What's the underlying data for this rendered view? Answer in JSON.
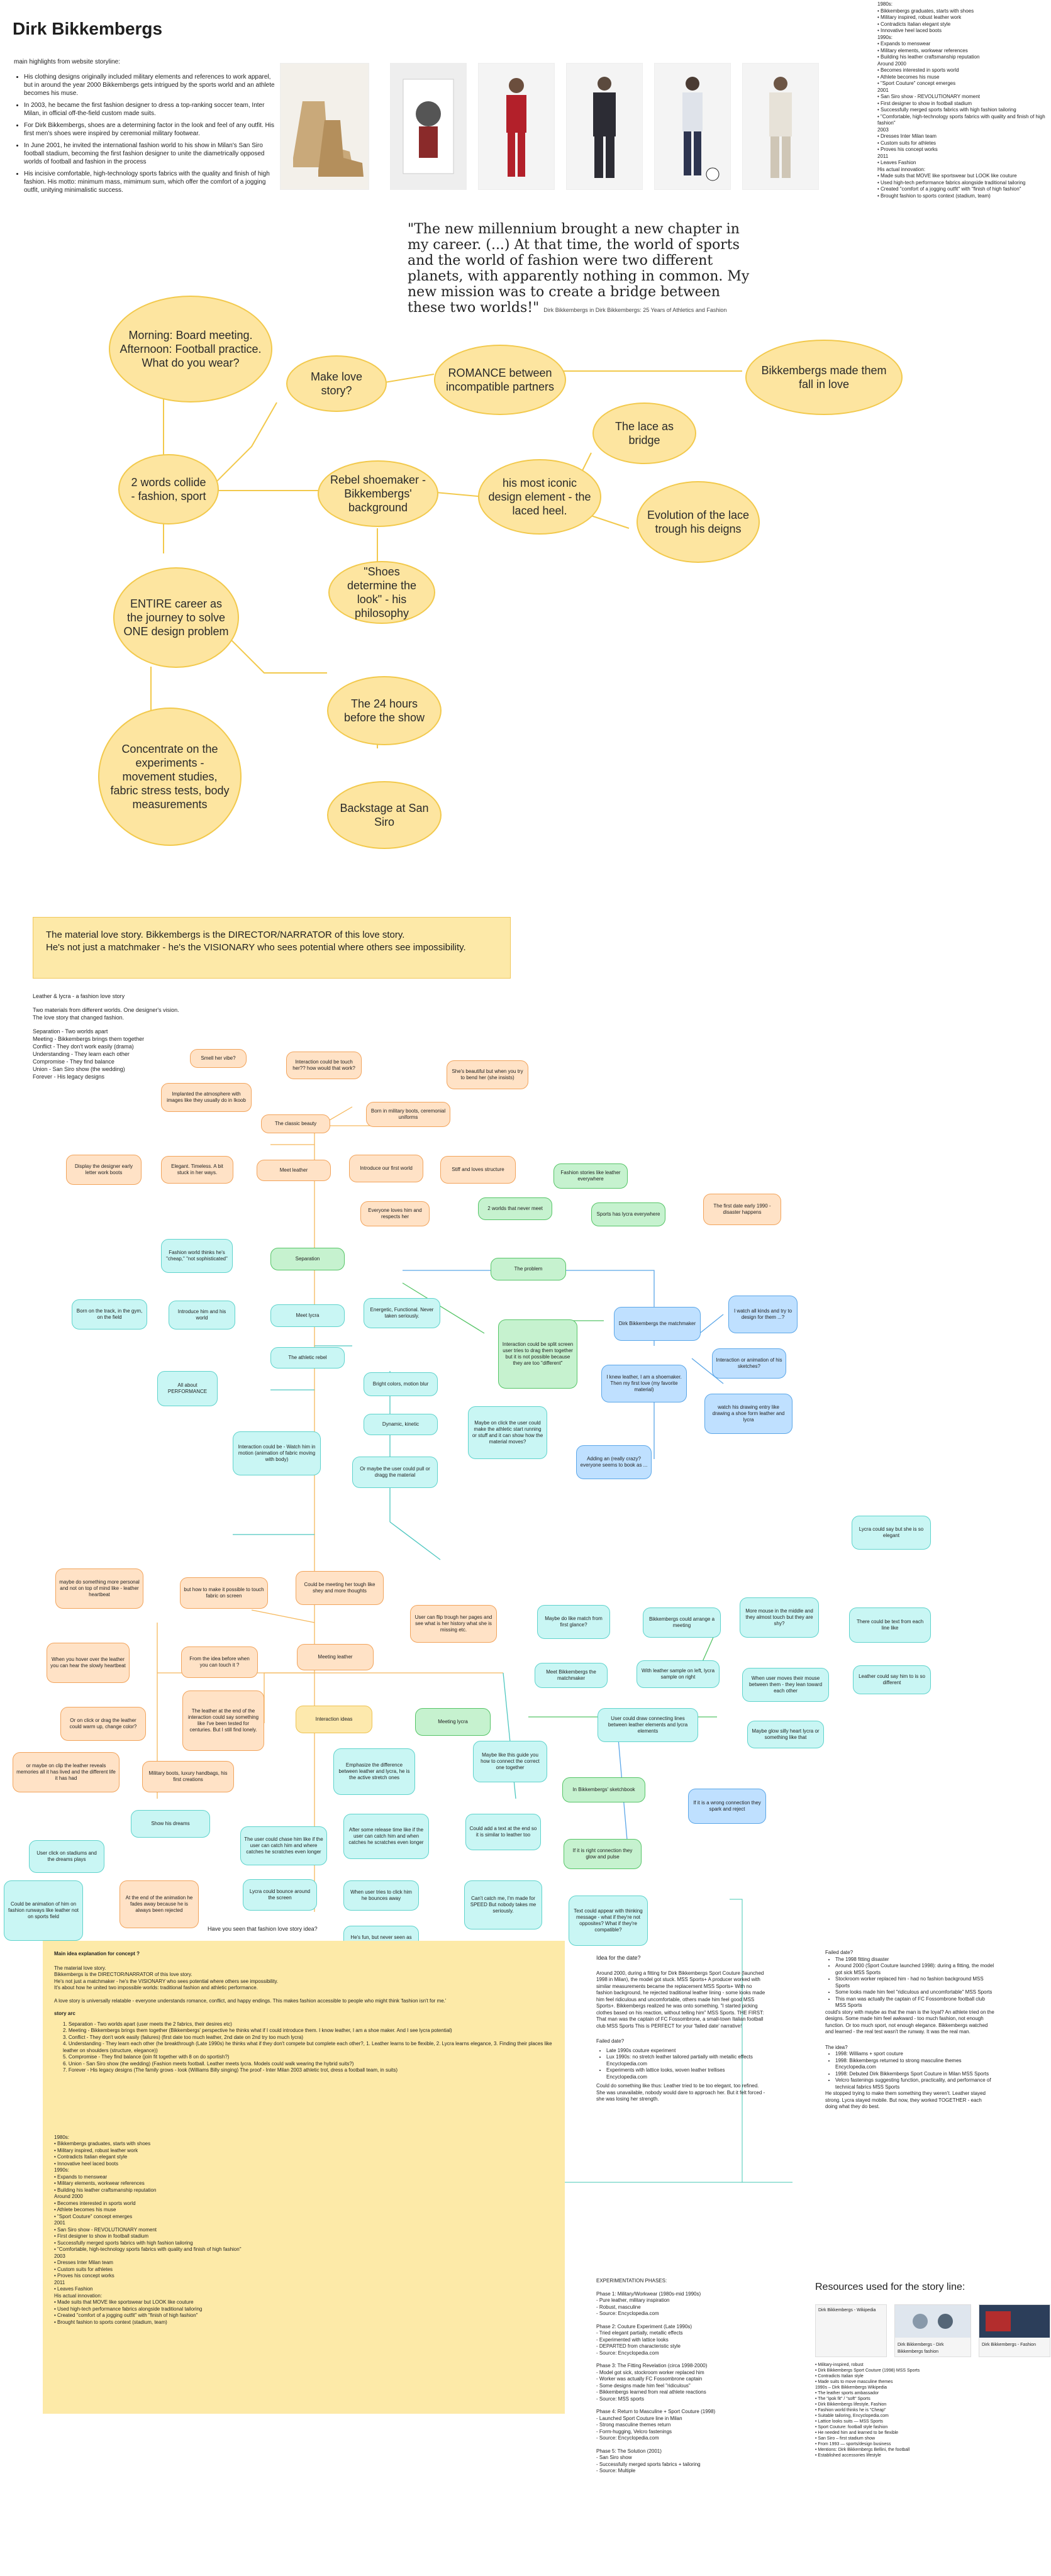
{
  "title": "Dirk Bikkembergs",
  "main_highlights_label": "main highlights from website storyline:",
  "highlights": [
    "His clothing designs originally included military elements and references to work apparel, but in around the year 2000 Bikkembergs gets intrigued by the sports world and an athlete becomes his muse.",
    "In 2003, he became the first fashion designer to dress a top-ranking soccer team, Inter Milan, in official off-the-field custom made suits.",
    "For Dirk Bikkembergs, shoes are a determining factor in the look and feel of any outfit. His first men's shoes were inspired by ceremonial military footwear.",
    "In June 2001, he invited the international fashion world to his show in Milan's San Siro football stadium, becoming the first fashion designer to unite the diametrically opposed worlds of football and fashion in the process",
    "His incisive comfortable, high-technology sports fabrics with the quality and finish of high fashion. His motto: minimum mass, mimimum sum, which offer the comfort of a jogging outfit, unitying minimalistic success."
  ],
  "timeline_notes": [
    "1980s:",
    "• Bikkembergs graduates, starts with shoes",
    "• Military inspired, robust leather work",
    "• Contradicts Italian elegant style",
    "• Innovative heel laced boots",
    "1990s:",
    "• Expands to menswear",
    "• Military elements, workwear references",
    "• Building his leather craftsmanship reputation",
    "Around 2000",
    "• Becomes interested in sports world",
    "• Athlete becomes his muse",
    "• \"Sport Couture\" concept emerges",
    "2001",
    "• San Siro show - REVOLUTIONARY moment",
    "• First designer to show in football stadium",
    "• Successfully merged sports fabrics with high fashion tailoring",
    "• \"Comfortable, high-technology sports fabrics with quality and finish of high fashion\"",
    "2003",
    "• Dresses Inter Milan team",
    "• Custom suits for athletes",
    "• Proves his concept works",
    "2011",
    "• Leaves Fashion",
    "His actual innovation:",
    "• Made suits that MOVE like sportswear but LOOK like couture",
    "• Used high-tech performance fabrics alongside traditional tailoring",
    "• Created \"comfort of a jogging outfit\" with \"finish of high fashion\"",
    "• Brought fashion to sports context (stadium, team)"
  ],
  "quote": {
    "text": "\"The new millennium brought a new chapter in my career. (...) At that time, the world of sports and the world of fashion were two different planets, with apparently nothing in common. My new mission was to create a bridge between these two worlds!\"",
    "cite": "Dirk Bikkembergs in Dirk Bikkembergs: 25 Years of Athletics and Fashion"
  },
  "bubbles": {
    "morning": "Morning: Board meeting. Afternoon: Football practice. What do you wear?",
    "collide": "2 words collide - fashion, sport",
    "entire": "ENTIRE career as the journey to solve ONE design problem",
    "concentrate": "Concentrate on the experiments - movement studies, fabric stress tests, body measurements",
    "love_story": "Make love story?",
    "romance": "ROMANCE between incompatible partners",
    "fall_in_love": "Bikkembergs made them fall in love",
    "shoemaker": "Rebel shoemaker - Bikkembergs' background",
    "iconic": "his most iconic design element - the laced heel.",
    "lace_bridge": "The lace as bridge",
    "evolution": "Evolution of the lace trough his deigns",
    "shoes_determine": "\"Shoes determine the look\" - his philosophy",
    "hours": "The 24 hours before the show",
    "backstage": "Backstage at San Siro"
  },
  "callout": {
    "line1": "The material love story. Bikkembergs is the DIRECTOR/NARRATOR of this love story.",
    "line2": "He's not just a matchmaker - he's the VISIONARY who sees potential where others see impossibility."
  },
  "story_notes": [
    "Leather & lycra - a fashion love story",
    "",
    "Two materials from different worlds. One designer's vision.",
    "The love story that changed fashion.",
    "",
    "Separation - Two worlds apart",
    "Meeting - Bikkembergs brings them together",
    "Conflict - They don't work easily (drama)",
    "Understanding - They learn each other",
    "Compromise - They find balance",
    "Union - San Siro show (the wedding)",
    "Forever - His legacy designs"
  ],
  "mini_nodes": {
    "smell": "Smell her vibe?",
    "interaction_touch": "Interaction could be touch her?? how would that work?",
    "beautiful": "She's beautiful but when you try to bend her (she insists)",
    "implanted": "Implanted the atmosphere with images like they usually do in Ikoob",
    "classic": "The classic beauty",
    "born": "Born in military boots, ceremonial uniforms",
    "display": "Display the designer early letter work boots",
    "elegant": "Elegant. Timeless. A bit stuck in her ways.",
    "meet_leather": "Meet leather",
    "introduce_leather": "Introduce our first world",
    "stiff": "Stiff and loves structure",
    "everyone": "Everyone loves him and respects her",
    "fashion_stories": "Fashion stories like leather everywhere",
    "two_worlds": "2 worlds that never meet",
    "sports_lycra": "Sports has lycra everywhere",
    "first_date": "The first date early 1990 - disaster happens",
    "separation": "Separation",
    "fashion_world": "Fashion world thinks he's \"cheap,\" \"not sophisticated\"",
    "the_problem": "The problem",
    "born_track": "Born on the track, in the gym, on the field",
    "introduce_lycra": "Introduce him and his world",
    "meet_lycra": "Meet lycra",
    "energetic": "Energetic, Functional. Never taken seriously.",
    "dirk_matchmaker": "Dirk Bikkembergs the matchmaker",
    "watch_kind": "I watch all kinds and try to design for them ...?",
    "interaction_could": "Interaction could be split screen user tries to drag them together but it is not possible because they are too \"different\"",
    "shoemaker_knew": "I knew leather, I am a shoemaker. Then my first love (my favorite material)",
    "interaction_animation": "Interaction or animation of his sketches?",
    "all_about": "All about PERFORMANCE",
    "athletic": "The athletic rebel",
    "bright": "Bright colors, motion blur",
    "dynamic": "Dynamic, kinetic",
    "watch_drawing": "watch his drawing entry like drawing a shoe form leather and lycra",
    "interaction_hint": "Interaction could be - Watch him in motion (animation of fabric moving with body)",
    "maybe_click": "Maybe on click the user could make the athletic start running or stuff and it can show how the material moves?",
    "drag": "Or maybe the user could pull or dragg the material",
    "adding": "Adding an (really crazy? everyone seems to book as ...",
    "lycra_silk": "Lycra could say but she is so elegant",
    "something": "maybe do something more personal and not on top of mind like - leather heartbeat",
    "but_how": "but how to make it possible to touch fabric on screen",
    "could_be_touch": "Could be meeting her tough like shey and more thoughts",
    "user_flip": "User can flip trough her pages and see what is her history what she is missing etc.",
    "maybe_match": "Maybe do like match from first glance?",
    "bikkembergs_arrange": "Bikkembergs could arrange a meeting",
    "more_mouse": "More mouse in the middle and they almost touch but they are shy?",
    "there_could": "There could be text from each line like",
    "leather_says": "Leather could say him to is so different",
    "when_hover": "When you hover over the leather you can hear the slowly heartbeat",
    "from_idea": "From the idea before when you can touch it ?",
    "meeting_leather": "Meeting leather",
    "the_leather_end": "The leather at the end of the interaction could say something like I've been tested for centuries. But I still find lonely.",
    "or_click": "Or on click or drag the leather could warm up, change color?",
    "interaction_ideas": "Interaction ideas",
    "meeting_lycra": "Meeting lycra",
    "meet_matchmaker": "Meet Bikkembergs the matchmaker",
    "with_leather": "With leather sample on left, lycra sample on right",
    "when_user_moves": "When user moves their mouse between them - they lean toward each other",
    "maybe_glow": "Maybe glow silly heart lycra or something like that",
    "user_could_draw": "User could draw connecting lines between leather elements and lycra elements",
    "maybe_on_hover": "or maybe on clip the leather reveals memories all it has lived and the different life it has had",
    "military_boots": "Military boots, luxury handbags, his first creations",
    "emphasize": "Emphasize the difference between leather and lycra, he is the active stretch ones",
    "maybe_like": "Maybe like this guide you how to connect the correct one together",
    "in_workbook": "In Bikkembergs' sketchbook",
    "if_it_is": "If it is a wrong connection they spark and reject",
    "show_dreams": "Show his dreams",
    "user_click": "User click on stadiums and the dreams plays",
    "user_could_chase": "The user could chase him like if the user can catch him and where catches he scratches even longer",
    "after_some": "After some release time like if the user can catch him and when catches he scratches even longer",
    "could_add": "Could add a text at the end so it is similar to leather too",
    "if_it_right": "If it is right connection they glow and pulse",
    "could_animation": "Could be animation of him on fashion runways like leather not on sports field",
    "at_end": "At the end of the animation he fades away because he is always been rejected",
    "lycra_bounce": "Lycra could bounce around the screen",
    "when_user_tries": "When user tries to click him he bounces away",
    "cant_catch": "Can't catch me, I'm made for SPEED But nobody takes me seriously.",
    "text_could": "Text could appear with thinking message - what if they're not opposites? What if they're compatible?",
    "hes_fun": "He's fun, but never seen as \"good enough\""
  },
  "question": "Have you seen that fashion love story idea?",
  "yellow_box": {
    "heading": "Main idea explanation for concept ?",
    "intro": [
      "The material love story.",
      "Bikkembergs is the DIRECTOR/NARRATOR of this love story.",
      "He's not just a matchmaker - he's the VISIONARY who sees potential where others see impossibility.",
      "It's about how he united two impossible worlds: traditional fashion and athletic performance.",
      "",
      "A love story is universally relatable - everyone understands romance, conflict, and happy endings. This makes fashion accessible to people who might think 'fashion isn't for me.'",
      "",
      "story arc"
    ],
    "arc": [
      "1. Separation - Two worlds apart (user meets the 2 fabrics, their desires etc)",
      "2. Meeting - Bikkembergs brings them together (Bikkembergs' perspective he thinks what if I could introduce them. I know leather, I am a shoe maker. And I see lycra potential)",
      "3. Conflict - They don't work easily (failures) (first date too much leather, 2nd date on 2nd try too much lycra)",
      "4. Understanding - They learn each other (he breakthrough (Late 1990s) he thinks what if they don't compete but complete each other?, 1. Leather learns to be flexible, 2. Lycra learns elegance, 3. Finding their places like leather on shoulders (structure, elegance))",
      "5. Compromise - They find balance (join fit together with 8 on do sportish?)",
      "6. Union - San Siro show (the wedding) (Fashion meets football. Leather meets lycra. Models could walk wearing the hybrid suits?)",
      "7. Forever - His legacy designs (The family grows - look (Williams Billy singing) The proof - Inter Milan 2003 athletic trot, dress a football team, in suits)"
    ],
    "notes": [
      "1980s:",
      "• Bikkembergs graduates, starts with shoes",
      "• Military inspired, robust leather work",
      "• Contradicts Italian elegant style",
      "• Innovative heel laced boots",
      "1990s:",
      "• Expands to menswear",
      "• Military elements, workwear references",
      "• Building his leather craftsmanship reputation",
      "Around 2000",
      "• Becomes interested in sports world",
      "• Athlete becomes his muse",
      "• \"Sport Couture\" concept emerges",
      "2001",
      "• San Siro show - REVOLUTIONARY moment",
      "• First designer to show in football stadium",
      "• Successfully merged sports fabrics with high fashion tailoring",
      "• \"Comfortable, high-technology sports fabrics with quality and finish of high fashion\"",
      "2003",
      "• Dresses Inter Milan team",
      "• Custom suits for athletes",
      "• Proves his concept works",
      "2011",
      "• Leaves Fashion",
      "His actual innovation:",
      "• Made suits that MOVE like sportswear but LOOK like couture",
      "• Used high-tech performance fabrics alongside traditional tailoring",
      "• Created \"comfort of a jogging outfit\" with \"finish of high fashion\"",
      "• Brought fashion to sports context (stadium, team)"
    ]
  },
  "date_idea": {
    "heading": "Idea for the date?",
    "body": "Around 2000, during a fitting for Dirk Bikkembergs Sport Couture (launched 1998 in Milan), the model got stuck. MSS Sports+ A producer worked with similar measurements became the replacement MSS Sports+ With no fashion background, he rejected traditional leather lining - some looks made him feel ridiculous and uncomfortable, others made him feel good MSS Sports+. Bikkembergs realized he was onto something. \"I started picking clothes based on his reaction, without telling him\" MSS Sports. THE FIRST: That man was the captain of FC Fossombrone, a small-town Italian football club MSS Sports This is PERFECT for your 'failed date' narrative!",
    "failed_heading": "Failed date?",
    "failed_items": [
      "Late 1990s couture experiment",
      "Lux 1990s: no stretch leather tailored partially with metallic effects Encyclopedia.com",
      "Experiments with lattice looks, woven leather trellises Encyclopedia.com"
    ],
    "failed_tail": "Could do something like thus: Leather tried to be too elegant, too refined. She was unavailable, nobody would dare to approach her. But it felt forced - she was losing her strength."
  },
  "phases": [
    "EXPERIMENTATION PHASES:",
    "",
    "Phase 1: Military/Workwear (1980s-mid 1990s)",
    "- Pure leather, military inspiration",
    "- Robust, masculine",
    "- Source: Encyclopedia.com",
    "",
    "Phase 2: Couture Experiment (Late 1990s)",
    "- Tried elegant partially, metallic effects",
    "- Experimented with lattice looks",
    "- DEPARTED from characteristic style",
    "- Source: Encyclopedia.com",
    "",
    "Phase 3: The Fitting Revelation (circa 1998-2000)",
    "- Model got sick, stockroom worker replaced him",
    "- Worker was actually FC Fossombrone captain",
    "- Some designs made him feel \"ridiculous\"",
    "- Bikkembergs learned from real athlete reactions",
    "- Source: MSS sports",
    "",
    "Phase 4: Return to Masculine + Sport Couture (1998)",
    "- Launched Sport Couture line in Milan",
    "- Strong masculine themes return",
    "- Form-hugging, Velcro fastenings",
    "- Source: Encyclopedia.com",
    "",
    "Phase 5: The Solution (2001)",
    "- San Siro show",
    "- Successfully merged sports fabrics + tailoring",
    "- Source: Multiple"
  ],
  "right_notes": {
    "failed": "Failed date?",
    "items": [
      "The 1998 fitting disaster",
      "Around 2000 (Sport Couture launched 1998): during a fitting, the model got sick MSS Sports",
      "Stockroom worker replaced him - had no fashion background MSS Sports",
      "Some looks made him feel \"ridiculous and uncomfortable\" MSS Sports",
      "This man was actually the captain of FC Fossombrone football club MSS Sports"
    ],
    "tail": "could's story with maybe as that the man is the loyal? An athlete tried on the designs. Some made him feel awkward - too much fashion, not enough function. Or too much sport, not enough elegance. Bikkembergs watched and learned - the real test wasn't the runway. It was the real man.",
    "ideas": "The idea?",
    "idea_items": [
      "1998: Williams + sport couture",
      "1998: Bikkembergs returned to strong masculine themes Encyclopedia.com",
      "1998: Debuted Dirk Bikkembergs Sport Couture in Milan MSS Sports",
      "Velcro fastenings suggesting function, practicality, and performance of technical fabrics MSS Sports"
    ],
    "idea_tail": "He stopped trying to make them something they weren't. Leather stayed strong. Lycra stayed mobile. But now, they worked TOGETHER - each doing what they do best."
  },
  "resources_title": "Resources used for the story line:",
  "resources_captions": [
    "Dirk Bikkembergs - Wikipedia",
    "Dirk Bikkembergs - Dirk Bikkembergs fashion",
    "Dirk Bikkembergs - Fashion"
  ],
  "resources_list": [
    "• Military-inspired, robust",
    "• Dirk Bikkembergs Sport Couture (1998) MSS Sports",
    "• Contradicts Italian style",
    "• Made suits to move masculine themes",
    "1990s – Dirk Bikkembergs Wikipedia",
    "• The leather sports ambassador",
    "• The \"ipok fit\" / \"soft\" Sports",
    "• Dirk Bikkembergs lifestyle, Fashion",
    "• Fashion world thinks he is \"Cheap\"",
    "• Suitable tailoring, Encyclopedia.com",
    "• Lattice looks suits — MSS Sports",
    "• Sport Couture: football style fashion",
    "• He needed him and learned to be flexible",
    "• San Siro – first stadium show",
    "• From 1993 — sports/design business",
    "• Mentions: Dirk Bikkembergs Bellini, the football",
    "• Established accessories lifestyle"
  ]
}
